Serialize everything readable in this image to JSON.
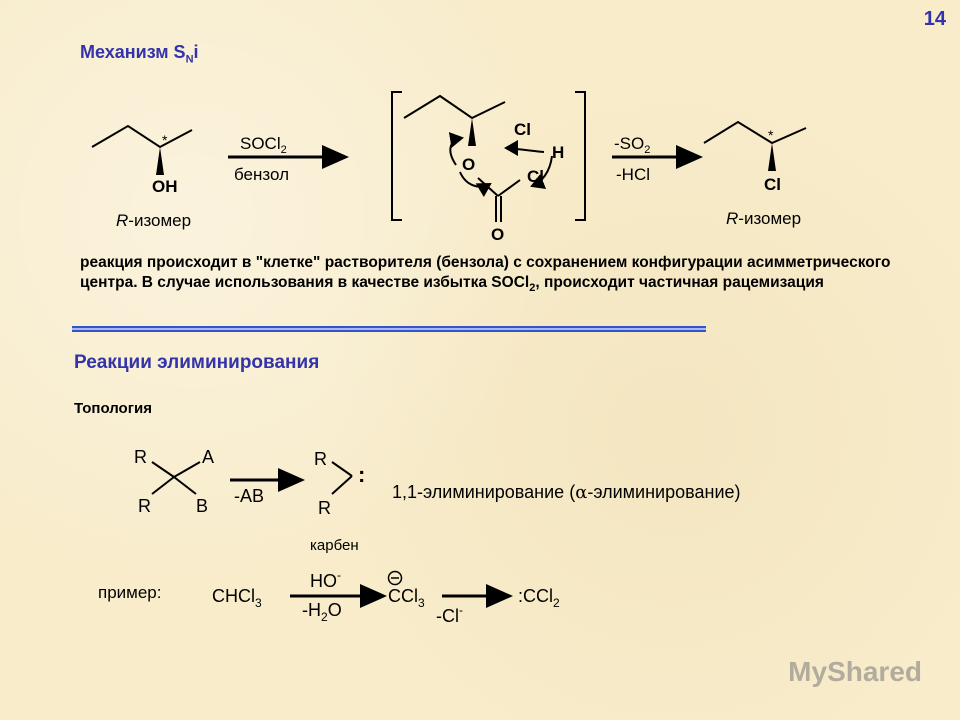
{
  "slide_number": "14",
  "title_main": "Механизм S",
  "title_sub": "N",
  "title_tail": "i",
  "reagent_top": "SOCl",
  "reagent_top_sub": "2",
  "reagent_bottom": "бензол",
  "left_label_R": "R",
  "left_label_rest": "-изомер",
  "left_OH": "OH",
  "star": "*",
  "bracket_Cl1": "Cl",
  "bracket_H": "H",
  "bracket_O": "O",
  "bracket_Cl2": "Cl",
  "bracket_O_bottom": "O",
  "loss_top": "-SO",
  "loss_top_sub": "2",
  "loss_bottom": "-HCl",
  "right_Cl": "Cl",
  "right_label_R": "R",
  "right_label_rest": "-изомер",
  "description": "реакция происходит в \"клетке\" растворителя (бензола) с сохранением конфигурации асимметрического центра. В случае использования в качестве избытка SOCl",
  "description_sub": "2",
  "description_tail": ", происходит частичная рацемизация",
  "section2_title": "Реакции элиминирования",
  "topology": "Топология",
  "topo_R1": "R",
  "topo_A": "A",
  "topo_R2": "R",
  "topo_B": "B",
  "topo_arrow_label": "-AB",
  "topo_prod_R1": "R",
  "topo_prod_R2": "R",
  "topo_colon": ":",
  "topo_desc_pre": "1,1-элиминирование (",
  "topo_desc_alpha": "α",
  "topo_desc_post": "-элиминирование)",
  "carbene": "карбен",
  "example_label": "пример:",
  "ex_chcl3": "CHCl",
  "ex_chcl3_sub": "3",
  "ex_ho": "HO",
  "ex_ho_sup": "-",
  "ex_h2o_pre": "-H",
  "ex_h2o_sub": "2",
  "ex_h2o_post": "O",
  "ex_ccl3": "CCl",
  "ex_ccl3_sub": "3",
  "ex_minus_circle": "−",
  "ex_cl": "-Cl",
  "ex_cl_sup": "-",
  "ex_ccl2": ":CCl",
  "ex_ccl2_sub": "2",
  "watermark": "MyShared",
  "colors": {
    "accent": "#3333aa",
    "background": "#f8eccb"
  }
}
